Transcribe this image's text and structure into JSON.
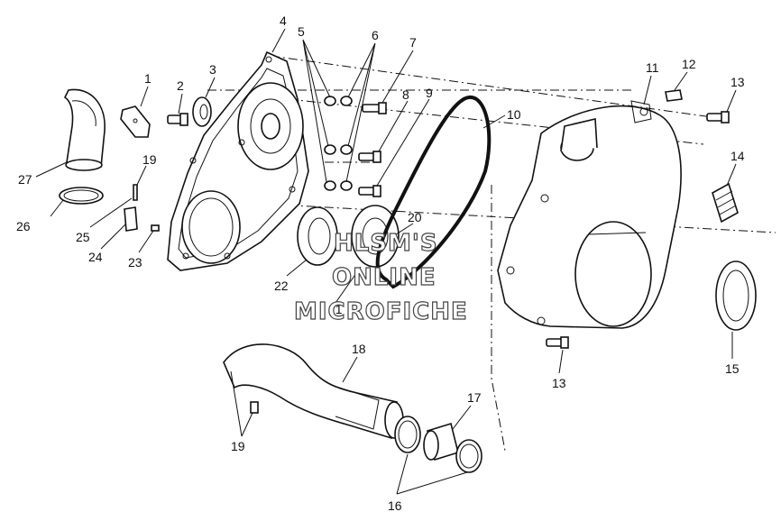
{
  "watermark": {
    "line1": "HLSM'S",
    "line2": "ONLINE",
    "line3": "MICROFICHE"
  },
  "callouts": [
    {
      "id": "c1",
      "text": "1"
    },
    {
      "id": "c2",
      "text": "2"
    },
    {
      "id": "c3",
      "text": "3"
    },
    {
      "id": "c4",
      "text": "4"
    },
    {
      "id": "c5",
      "text": "5"
    },
    {
      "id": "c6",
      "text": "6"
    },
    {
      "id": "c7",
      "text": "7"
    },
    {
      "id": "c8",
      "text": "8"
    },
    {
      "id": "c9",
      "text": "9"
    },
    {
      "id": "c10",
      "text": "10"
    },
    {
      "id": "c11",
      "text": "11"
    },
    {
      "id": "c12",
      "text": "12"
    },
    {
      "id": "c13a",
      "text": "13"
    },
    {
      "id": "c13b",
      "text": "13"
    },
    {
      "id": "c14",
      "text": "14"
    },
    {
      "id": "c15",
      "text": "15"
    },
    {
      "id": "c16",
      "text": "16"
    },
    {
      "id": "c17",
      "text": "17"
    },
    {
      "id": "c18",
      "text": "18"
    },
    {
      "id": "c19a",
      "text": "19"
    },
    {
      "id": "c19b",
      "text": "19"
    },
    {
      "id": "c20",
      "text": "20"
    },
    {
      "id": "c21",
      "text": "21"
    },
    {
      "id": "c22",
      "text": "22"
    },
    {
      "id": "c23",
      "text": "23"
    },
    {
      "id": "c24",
      "text": "24"
    },
    {
      "id": "c25",
      "text": "25"
    },
    {
      "id": "c26",
      "text": "26"
    },
    {
      "id": "c27",
      "text": "27"
    }
  ]
}
